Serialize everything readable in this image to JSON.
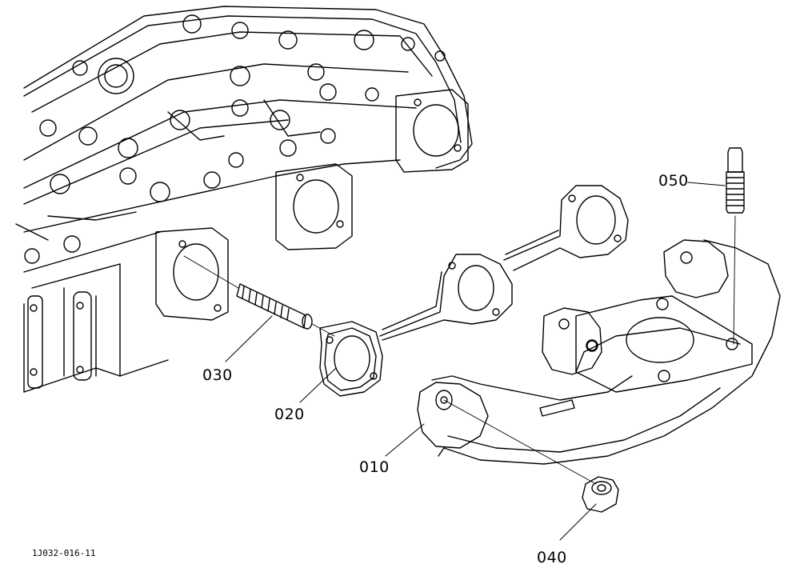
{
  "drawing": {
    "figure_number": "1J032-016-11",
    "line_color": "#000000",
    "background_color": "#ffffff"
  },
  "parts": [
    {
      "callout": "010",
      "part": "exhaust-manifold"
    },
    {
      "callout": "020",
      "part": "manifold-gasket"
    },
    {
      "callout": "030",
      "part": "stud"
    },
    {
      "callout": "040",
      "part": "nut"
    },
    {
      "callout": "050",
      "part": "stud"
    }
  ]
}
